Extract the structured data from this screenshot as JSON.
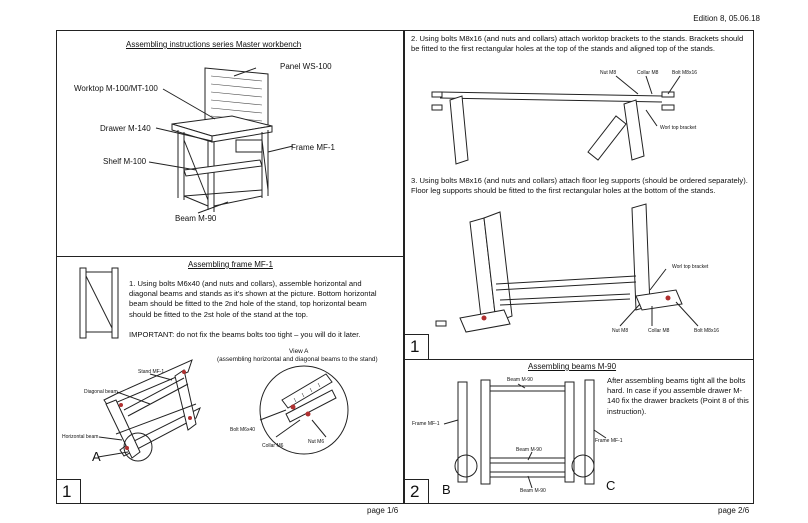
{
  "edition": "Edition 8, 05.06.18",
  "left": {
    "overview": {
      "title": "Assembling instructions series Master workbench",
      "labels": {
        "panel": "Panel WS-100",
        "worktop": "Worktop M-100/MT-100",
        "drawer": "Drawer M-140",
        "frame": "Frame MF-1",
        "shelf": "Shelf M-100",
        "beam": "Beam M-90"
      }
    },
    "frame_section": {
      "title": "Assembling frame MF-1",
      "step1": "1. Using bolts M6x40 (and nuts and collars), assemble horizontal and diagonal beams and stands as it's shown at the picture. Bottom horizontal beam should be fitted to the 2nd hole of the stand, top horizontal beam should be fitted to the 2st hole of the stand at the top.",
      "important": "IMPORTANT: do not fix the beams bolts too tight – you will do it later.",
      "view_a_title": "View A",
      "view_a_sub": "(assembling horizontal and diagonal beams to the stand)",
      "labels": {
        "stand": "Stand MF-1",
        "diagonal": "Diagonal beam",
        "horizontal": "Horizontal beam",
        "a": "A",
        "bolt": "Bolt M6x40",
        "collar": "Collar M6",
        "nut": "Nut M6"
      },
      "step_number": "1"
    },
    "page": "page 1/6"
  },
  "right": {
    "worktop_section": {
      "step2": "2. Using bolts M8x16 (and nuts and collars) attach worktop brackets to the stands. Brackets should be fitted to the first rectangular holes at the top of the stands and aligned top of the stands.",
      "labels": {
        "nut": "Nut M8",
        "collar": "Collar M8",
        "bolt": "Bolt M8x16",
        "bracket": "Worl top bracket"
      }
    },
    "floor_section": {
      "step3": "3. Using bolts M8x16 (and nuts and collars) attach floor leg supports (should be ordered separately). Floor leg supports should be fitted to the first rectangular holes at the bottom of the stands.",
      "labels": {
        "bracket": "Worl top bracket",
        "nut": "Nut M8",
        "collar": "Collar M8",
        "bolt": "Bolt M8x16"
      },
      "step_number": "1"
    },
    "beams_section": {
      "title": "Assembling beams M-90",
      "text": "After assembling beams tight all the bolts hard. In case if you assemble drawer M-140 fix the drawer brackets (Point 8 of this instruction).",
      "labels": {
        "beam_top": "Beam M-90",
        "frame_left": "Frame MF-1",
        "frame_right": "Frame MF-1",
        "beam_mid": "Beam M-90",
        "beam_bottom": "Beam M-90",
        "b": "B",
        "c": "C"
      },
      "step_number": "2"
    },
    "page": "page 2/6"
  }
}
